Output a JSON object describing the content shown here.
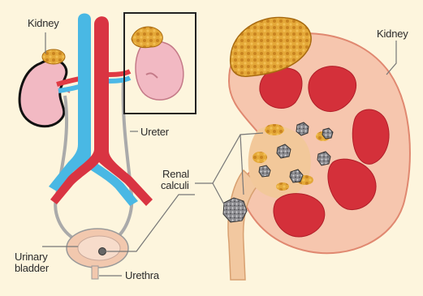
{
  "labels": {
    "kidney_left": "Kidney",
    "kidney_right": "Kidney",
    "ureter": "Ureter",
    "renal_calculi_line1": "Renal",
    "renal_calculi_line2": "calculi",
    "urinary_bladder_line1": "Urinary",
    "urinary_bladder_line2": "bladder",
    "urethra": "Urethra"
  },
  "colors": {
    "background": "#fdf5dd",
    "kidney_pink": "#f0b8c2",
    "kidney_cortex": "#f5c9b0",
    "medulla_red": "#d8303a",
    "adrenal_yellow": "#e0a030",
    "artery_red": "#d83440",
    "vein_blue": "#49b8e4",
    "stone_gray": "#7a7a80"
  }
}
